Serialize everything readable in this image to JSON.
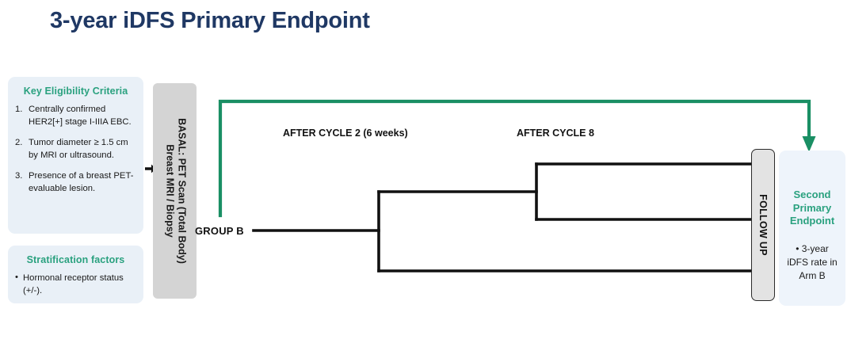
{
  "slide": {
    "title": "3-year iDFS Primary Endpoint",
    "title_color": "#1f3864",
    "accent_color": "#2aa17f",
    "panel_bg": "#e9f0f7",
    "bar_bg": "#d4d4d4"
  },
  "eligibility": {
    "heading": "Key Eligibility Criteria",
    "items": [
      {
        "num": "1.",
        "text": "Centrally  confirmed HER2[+] stage I-IIIA EBC."
      },
      {
        "num": "2.",
        "text": "Tumor diameter ≥ 1.5 cm by MRI or ultrasound."
      },
      {
        "num": "3.",
        "text": "Presence of a breast PET-evaluable  lesion."
      }
    ]
  },
  "stratification": {
    "heading": "Stratification factors",
    "bullet": "•",
    "item": "Hormonal  receptor status (+/-)."
  },
  "basal": {
    "line1": "BASAL: PET Scan (Total Body)",
    "line2": "Breast MRI / Biopsy"
  },
  "flow": {
    "group_label": "GROUP B",
    "cycle2_label": "AFTER CYCLE 2 (6 weeks)",
    "cycle8_label": "AFTER CYCLE 8",
    "followup_label": "FOLLOW UP",
    "arrow_color": "#1a8f64",
    "line_color": "#111111"
  },
  "endpoint": {
    "title_line1": "Second",
    "title_line2": "Primary",
    "title_line3": "Endpoint",
    "body_line1": "• 3-year",
    "body_line2": "iDFS rate in",
    "body_line3": "Arm B"
  },
  "icons": {
    "panel_arrow": "right-arrow-icon",
    "green_arrow": "green-flow-arrow-icon"
  }
}
